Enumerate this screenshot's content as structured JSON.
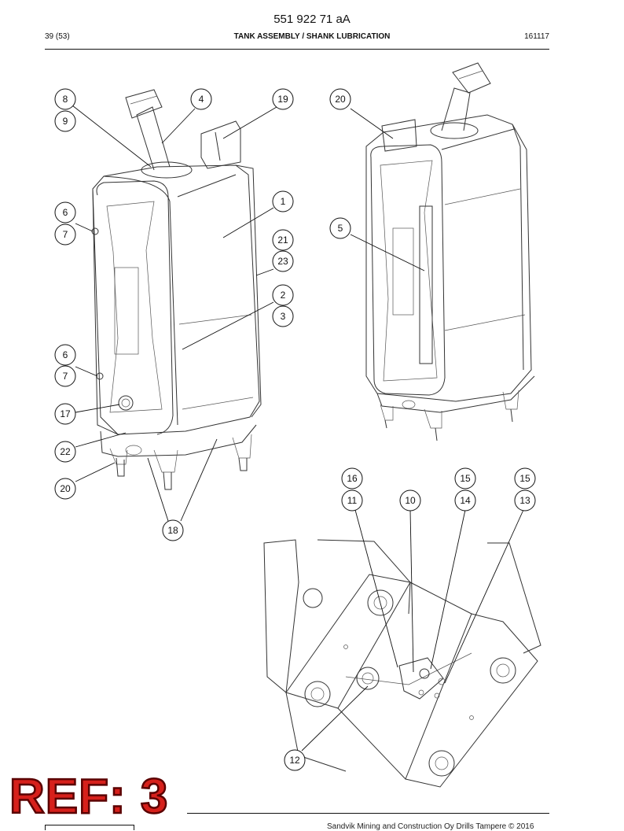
{
  "header": {
    "document_number": "551 922 71 aA",
    "page": "39 (53)",
    "title": "TANK ASSEMBLY / SHANK LUBRICATION",
    "date_code": "161117"
  },
  "stamp": {
    "text": "REF: 3",
    "color": "#d6201b"
  },
  "footer": {
    "copyright": "Sandvik Mining and Construction Oy Drills Tampere © 2016"
  },
  "callouts": [
    {
      "id": "c8",
      "label": "8"
    },
    {
      "id": "c9",
      "label": "9"
    },
    {
      "id": "c4",
      "label": "4"
    },
    {
      "id": "c19",
      "label": "19"
    },
    {
      "id": "c20a",
      "label": "20"
    },
    {
      "id": "c1",
      "label": "1"
    },
    {
      "id": "c5",
      "label": "5"
    },
    {
      "id": "c6a",
      "label": "6"
    },
    {
      "id": "c7a",
      "label": "7"
    },
    {
      "id": "c21",
      "label": "21"
    },
    {
      "id": "c23",
      "label": "23"
    },
    {
      "id": "c2",
      "label": "2"
    },
    {
      "id": "c3",
      "label": "3"
    },
    {
      "id": "c6b",
      "label": "6"
    },
    {
      "id": "c7b",
      "label": "7"
    },
    {
      "id": "c17",
      "label": "17"
    },
    {
      "id": "c22",
      "label": "22"
    },
    {
      "id": "c20b",
      "label": "20"
    },
    {
      "id": "c18",
      "label": "18"
    },
    {
      "id": "c16",
      "label": "16"
    },
    {
      "id": "c11",
      "label": "11"
    },
    {
      "id": "c10",
      "label": "10"
    },
    {
      "id": "c15a",
      "label": "15"
    },
    {
      "id": "c14",
      "label": "14"
    },
    {
      "id": "c15b",
      "label": "15"
    },
    {
      "id": "c13",
      "label": "13"
    },
    {
      "id": "c12",
      "label": "12"
    }
  ]
}
